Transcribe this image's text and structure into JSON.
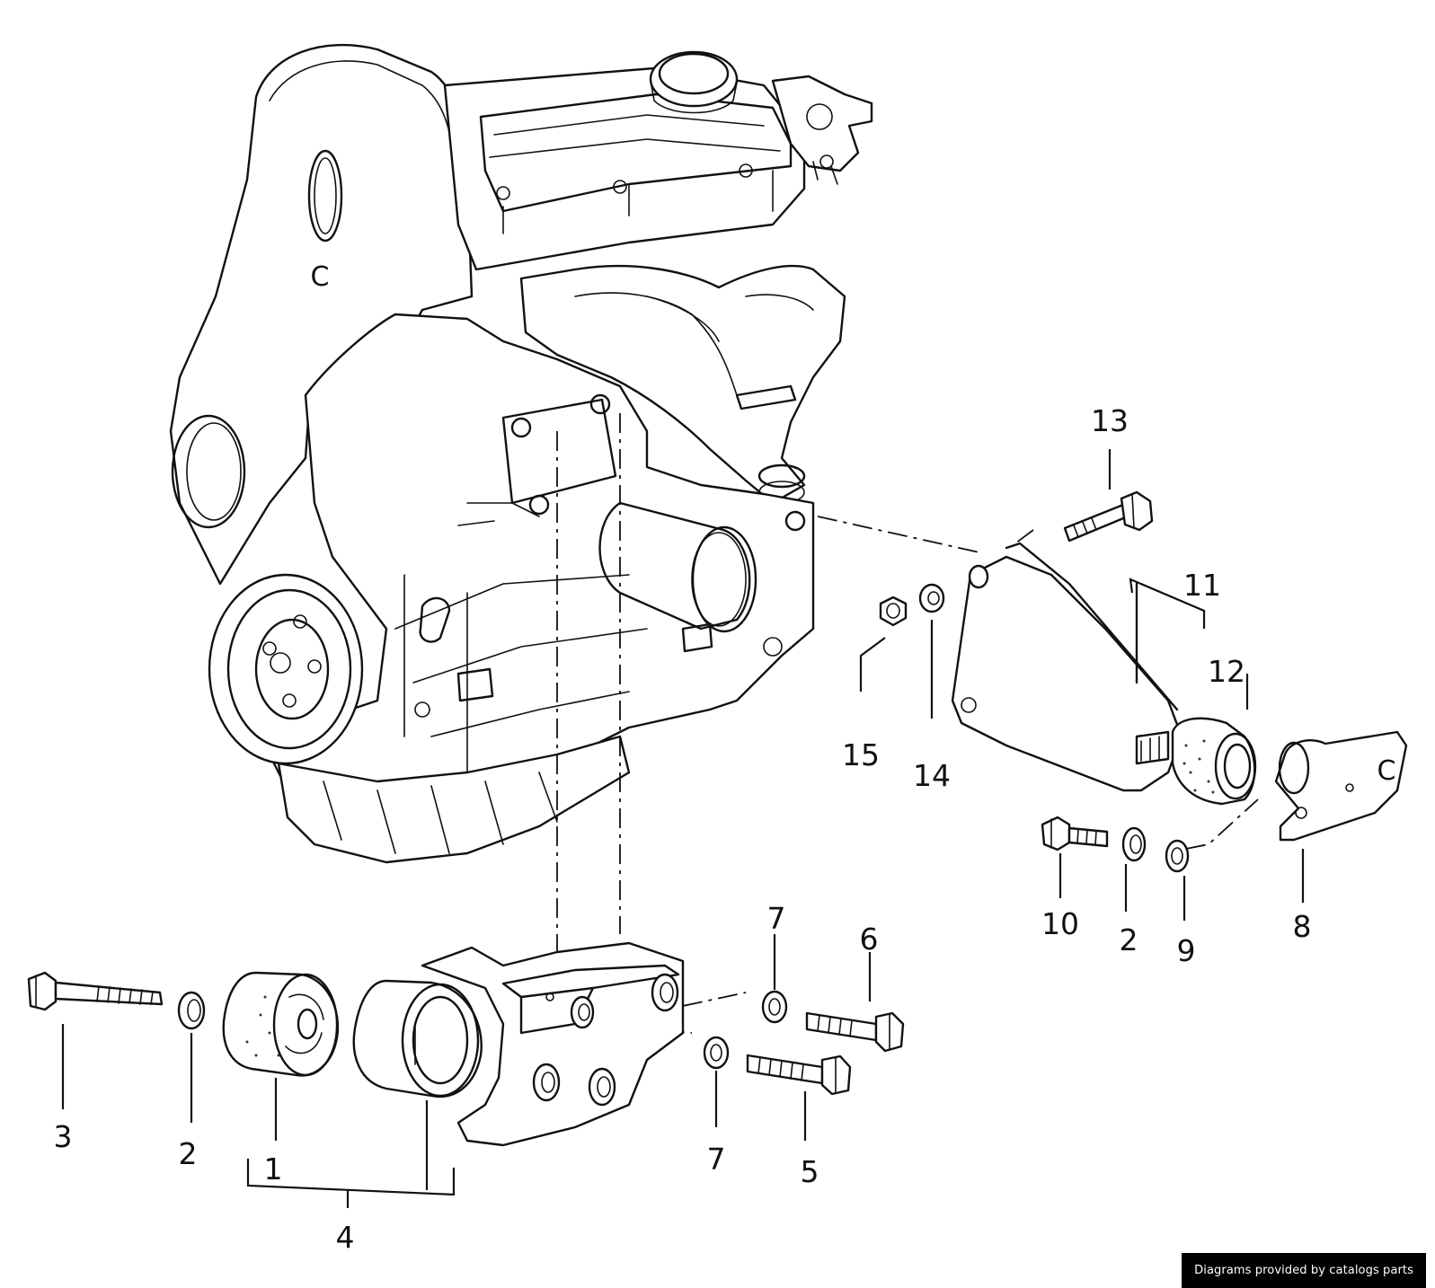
{
  "labels": {
    "l1": "1",
    "l2a": "2",
    "l2b": "2",
    "l3": "3",
    "l4": "4",
    "l5": "5",
    "l6": "6",
    "l7a": "7",
    "l7b": "7",
    "l8": "8",
    "l9": "9",
    "l10": "10",
    "l11": "11",
    "l12": "12",
    "l13": "13",
    "l14": "14",
    "l15": "15"
  },
  "engine_marks": {
    "c1": "C",
    "c2": "C"
  },
  "credit": "Diagrams provided by catalogs parts"
}
